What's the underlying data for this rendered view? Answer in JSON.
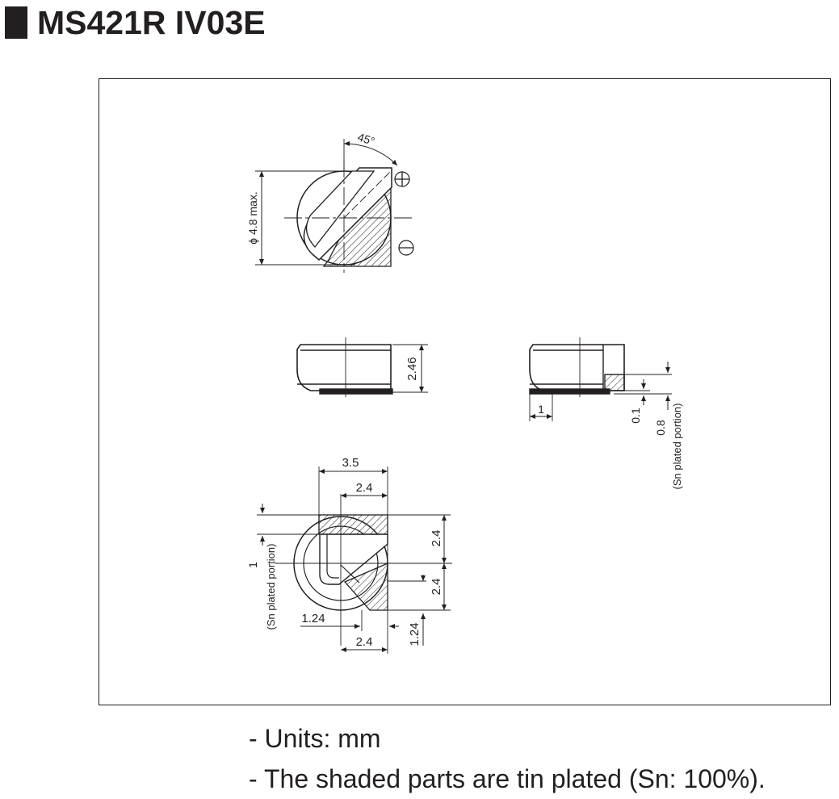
{
  "title": "MS421R  IV03E",
  "notes": [
    "- Units: mm",
    "- The shaded parts are tin plated (Sn: 100%)."
  ],
  "dimensions": {
    "angle": "45°",
    "diameter": "ϕ 4.8 max.",
    "height": "2.46",
    "side_width": "1",
    "side_thickness": "0.1",
    "side_offset": "0.8",
    "sn_plated_portion": "(Sn plated portion)",
    "bottom_width_total": "3.5",
    "bottom_width_upper": "2.4",
    "bottom_height_upper": "2.4",
    "bottom_height_lower": "2.4",
    "bottom_left_1": "1",
    "bottom_left_124": "1.24",
    "bottom_width_lower": "2.4",
    "bottom_height_124": "1.24"
  },
  "symbols": {
    "plus": "plus-terminal",
    "minus": "minus-terminal"
  },
  "colors": {
    "ink": "#231f20",
    "paper": "#ffffff"
  }
}
